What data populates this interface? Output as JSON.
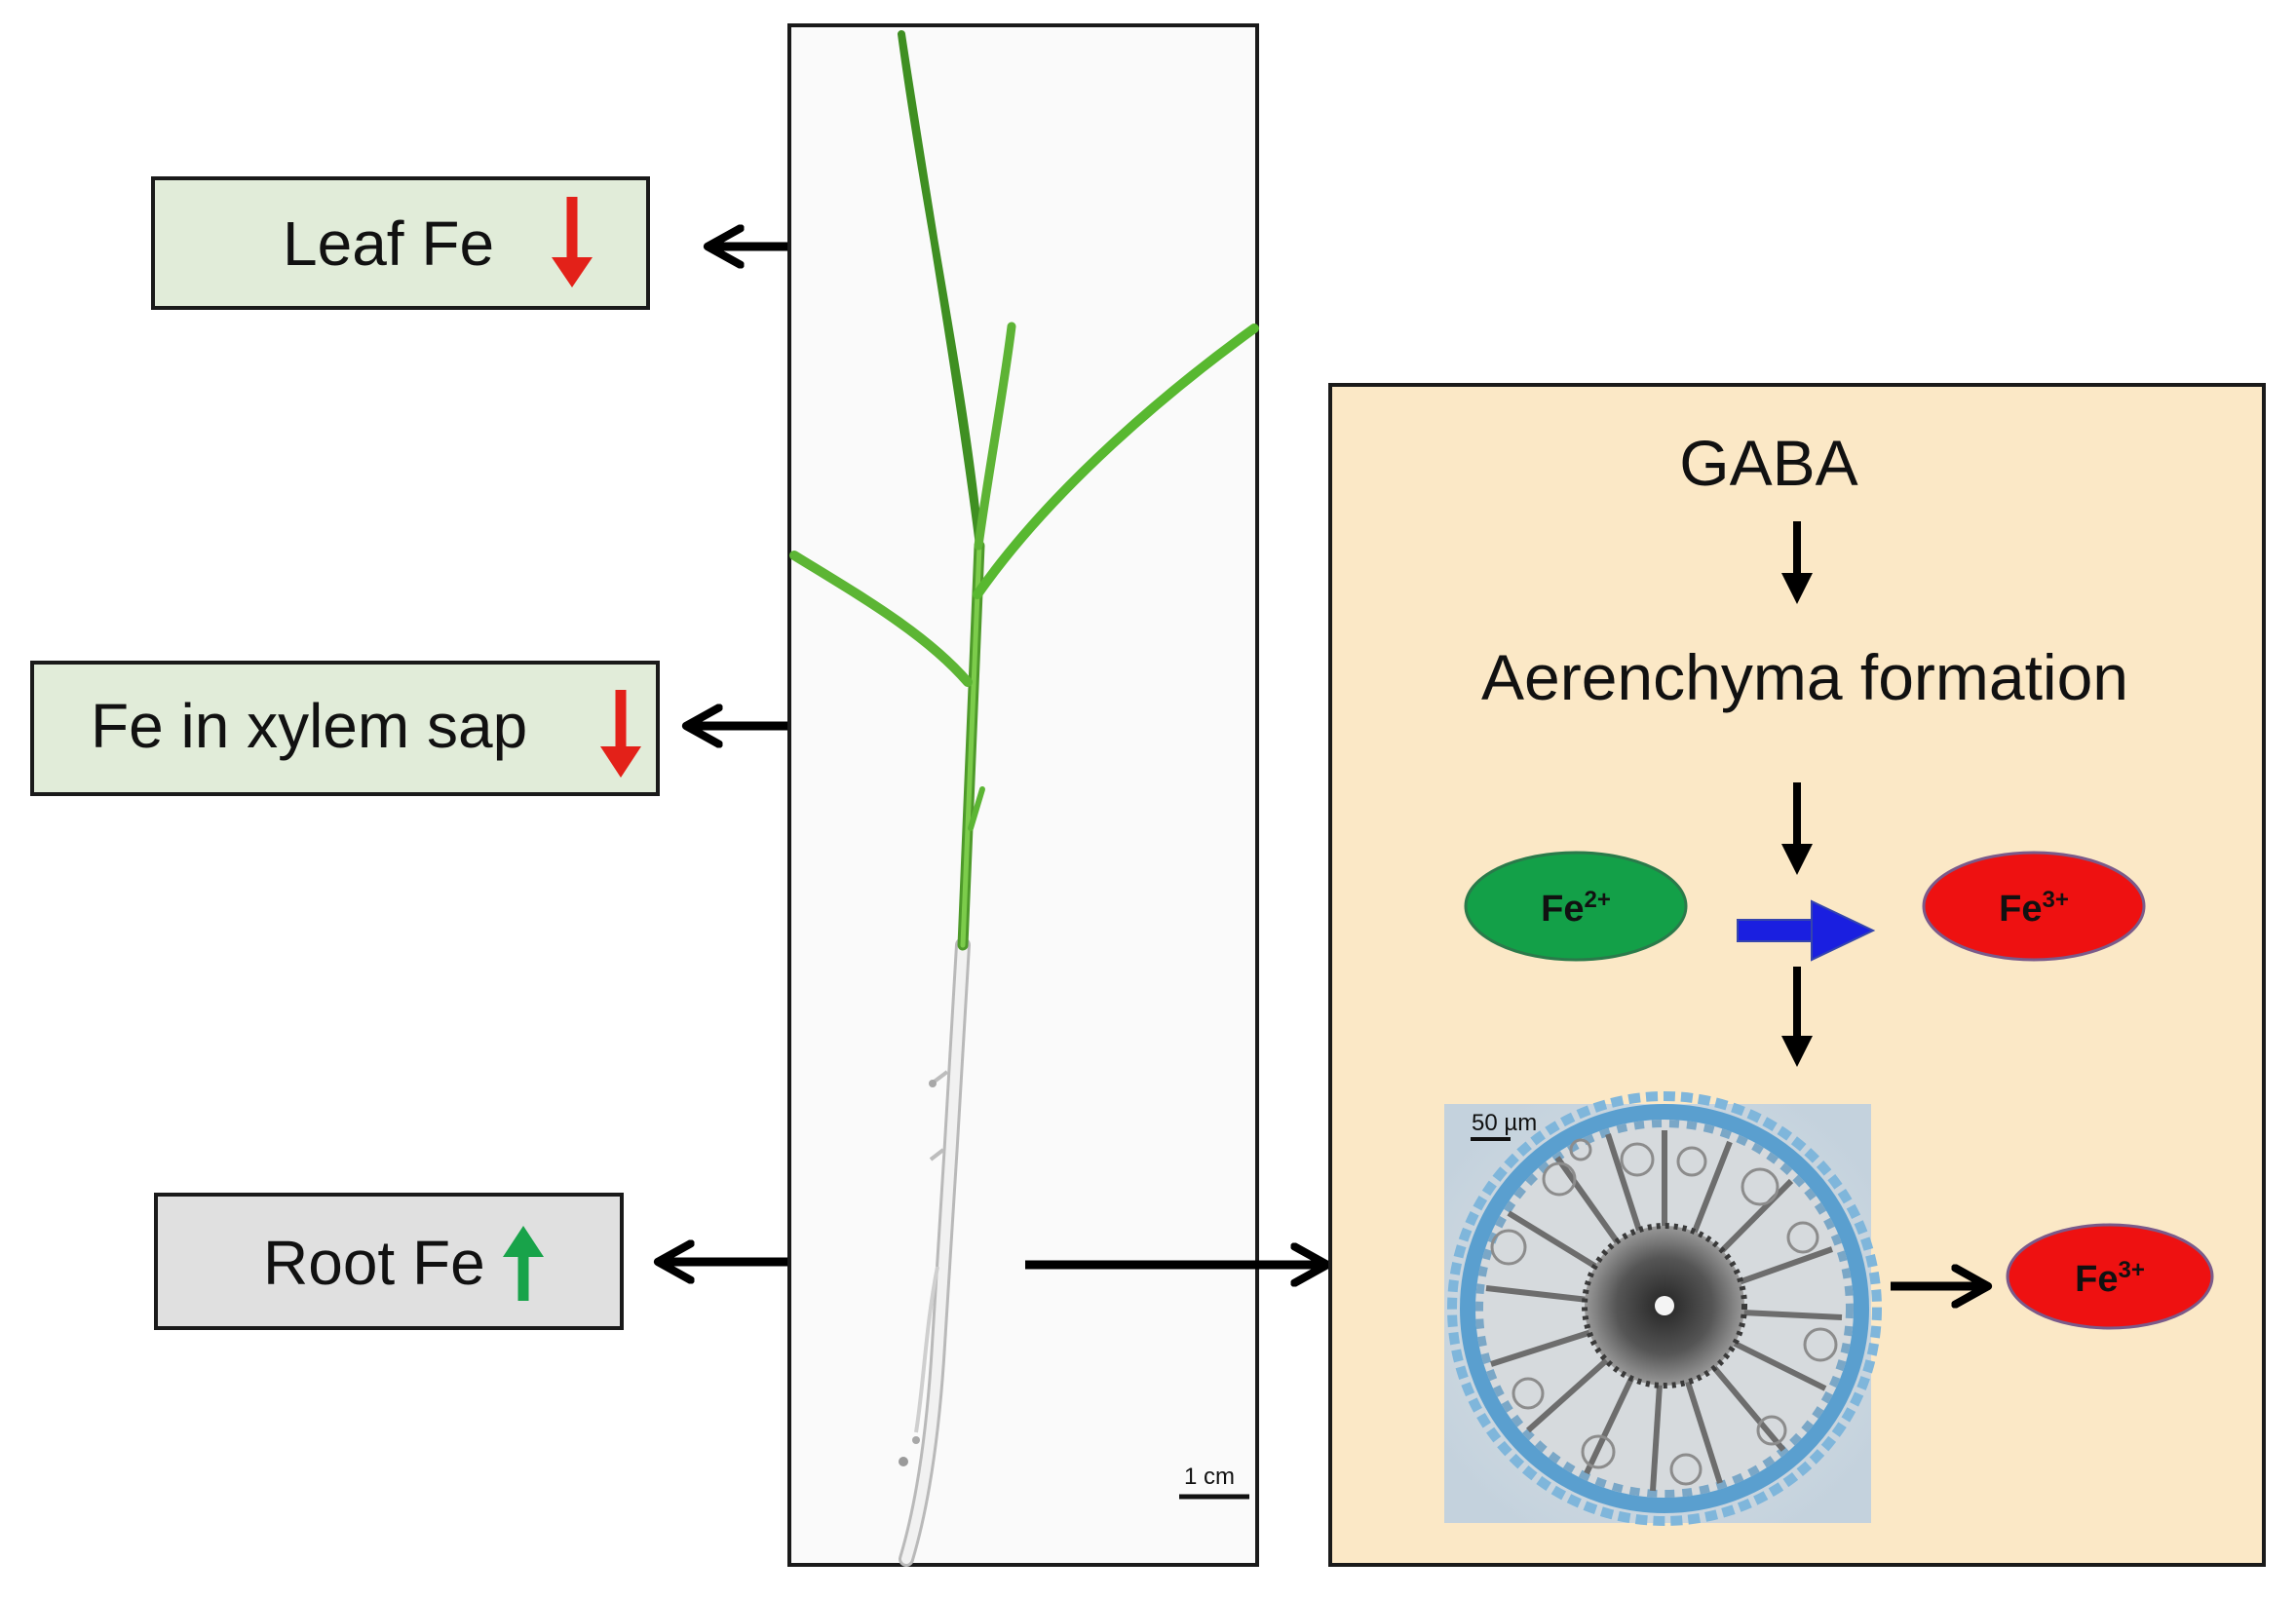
{
  "colors": {
    "green_box_fill": "#e1ecd9",
    "gray_box_fill": "#e0e0e0",
    "panel_fill": "#fbe8c6",
    "plant_bg": "#fafafa",
    "down_arrow": "#e32119",
    "up_arrow": "#18a34a",
    "fe2_fill": "#13a048",
    "fe3_fill": "#ee1111",
    "blue_arrow": "#1a1fe0",
    "leaf_green": "#58b830",
    "root_white": "#ececec",
    "section_blue": "#5a9fcf"
  },
  "labels": {
    "leaf_fe": "Leaf Fe",
    "xylem_fe": "Fe in xylem sap",
    "root_fe": "Root Fe"
  },
  "panel": {
    "gaba": "GABA",
    "aerenchyma": "Aerenchyma formation",
    "fe2": "Fe",
    "fe2_sup": "2+",
    "fe3": "Fe",
    "fe3_sup": "3+",
    "fe3_bottom": "Fe",
    "fe3_bottom_sup": "3+",
    "micrograph_scale": "50 µm"
  },
  "plant": {
    "scale_bar": "1 cm"
  }
}
